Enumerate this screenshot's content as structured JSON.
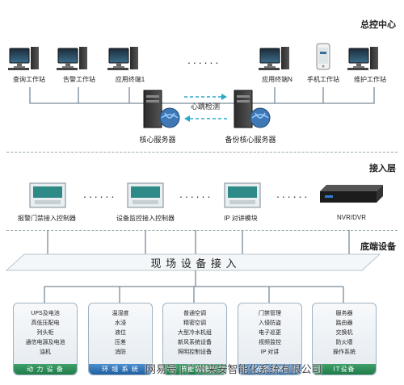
{
  "control_center": {
    "title": "总控中心",
    "workstations": [
      {
        "label": "查询工作站"
      },
      {
        "label": "告警工作站"
      },
      {
        "label": "应用终端1"
      },
      {
        "label": "应用终端N"
      },
      {
        "label": "手机工作站"
      },
      {
        "label": "维护工作站"
      }
    ],
    "heartbeat": "心跳检测",
    "core_server": "核心服务器",
    "backup_server": "备份核心服务器"
  },
  "access_layer": {
    "title": "接入层",
    "devices": [
      {
        "label": "报警门禁接入控制器"
      },
      {
        "label": "设备监控接入控制器"
      },
      {
        "label": "IP 对讲模块"
      },
      {
        "label": "NVR/DVR"
      }
    ]
  },
  "bottom_layer": {
    "title": "底端设备",
    "banner": "现 场 设 备 接 入",
    "categories": [
      {
        "items": [
          "UPS及电池",
          "高低压配电",
          "列头柜",
          "通信电源及电池",
          "油机"
        ],
        "footer": "动 力 设 备"
      },
      {
        "items": [
          "温湿度",
          "水浸",
          "液位",
          "压差",
          "消防"
        ],
        "footer": "环 境 系 统"
      },
      {
        "items": [
          "普通空调",
          "精密空调",
          "大型冷水机组",
          "新风系统设备",
          "照明控制设备"
        ],
        "footer": "节能系统"
      },
      {
        "items": [
          "门禁管理",
          "入侵防盗",
          "电子巡更",
          "视频监控",
          "IP 对讲"
        ],
        "footer": "安防系统"
      },
      {
        "items": [
          "服务器",
          "路由器",
          "交换机",
          "防火墙",
          "操作系统"
        ],
        "footer": "IT设备"
      }
    ]
  },
  "watermark": "网易号 | 广州来安智能化系统有限公司",
  "colors": {
    "green_footer": "#1f7b48",
    "blue_footer": "#1f5f9f",
    "heartbeat_arrow": "#2aa7c9"
  }
}
